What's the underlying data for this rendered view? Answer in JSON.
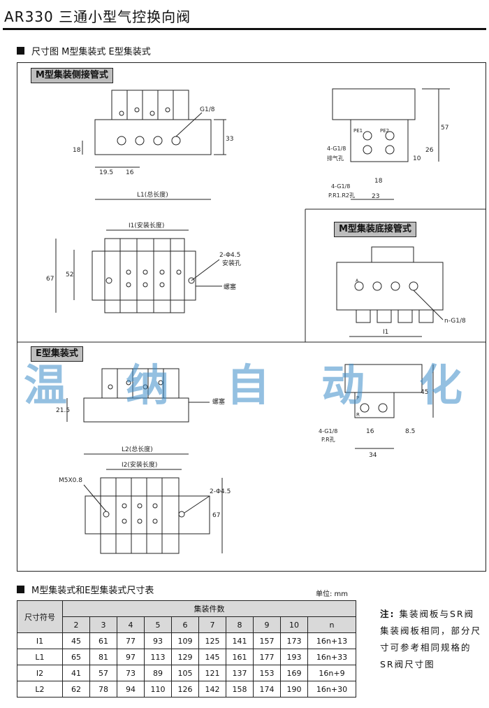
{
  "page": {
    "title": "AR330 三通小型气控换向阀",
    "section_heading": "尺寸图 M型集装式 E型集装式",
    "panels": {
      "m_side": "M型集装侧接管式",
      "m_bottom": "M型集装底接管式",
      "e_type": "E型集装式"
    },
    "labels": {
      "g18": "G1/8",
      "d33": "33",
      "d18": "18",
      "d195": "19.5",
      "d16": "16",
      "l1_total": "L1(总长度)",
      "pe1": "PE1",
      "pe2": "PE2",
      "four_g18": "4-G1/8",
      "exhaust": "排气孔",
      "d57": "57",
      "d26": "26",
      "d10": "10",
      "four_g18_b": "4-G1/8",
      "prr": "P.R1.R2孔",
      "d18b": "18",
      "d23": "23",
      "i1_install": "I1(安装长度)",
      "d67": "67",
      "d52": "52",
      "two_phi": "2-Φ4.5",
      "install_hole": "安装孔",
      "plug": "螺塞",
      "n_g18": "n-G1/8",
      "i1": "I1",
      "d215": "21.5",
      "plug_e": "螺塞",
      "l2_total": "L2(总长度)",
      "d45": "45",
      "four_g18_e": "4-G1/8",
      "pr_hole": "P.R孔",
      "d16e": "16",
      "d85": "8.5",
      "d34": "34",
      "i2_install": "I2(安装长度)",
      "m5": "M5X0.8",
      "two_phi_e": "2-Φ4.5",
      "d67e": "67",
      "p": "P",
      "r": "R",
      "a": "A"
    },
    "watermark": [
      "温",
      "纳",
      "自",
      "动",
      "化"
    ]
  },
  "table": {
    "heading": "M型集装式和E型集装式尺寸表",
    "unit": "单位: mm",
    "symbol_header": "尺寸符号",
    "count_header": "集装件数",
    "columns": [
      "2",
      "3",
      "4",
      "5",
      "6",
      "7",
      "8",
      "9",
      "10",
      "n"
    ],
    "rows": [
      {
        "symbol": "I1",
        "values": [
          "45",
          "61",
          "77",
          "93",
          "109",
          "125",
          "141",
          "157",
          "173",
          "16n+13"
        ]
      },
      {
        "symbol": "L1",
        "values": [
          "65",
          "81",
          "97",
          "113",
          "129",
          "145",
          "161",
          "177",
          "193",
          "16n+33"
        ]
      },
      {
        "symbol": "I2",
        "values": [
          "41",
          "57",
          "73",
          "89",
          "105",
          "121",
          "137",
          "153",
          "169",
          "16n+9"
        ]
      },
      {
        "symbol": "L2",
        "values": [
          "62",
          "78",
          "94",
          "110",
          "126",
          "142",
          "158",
          "174",
          "190",
          "16n+30"
        ]
      }
    ]
  },
  "note": {
    "label": "注:",
    "text": "集装阀板与SR阀集装阀板相同，部分尺寸可参考相同规格的SR阀尺寸图"
  }
}
